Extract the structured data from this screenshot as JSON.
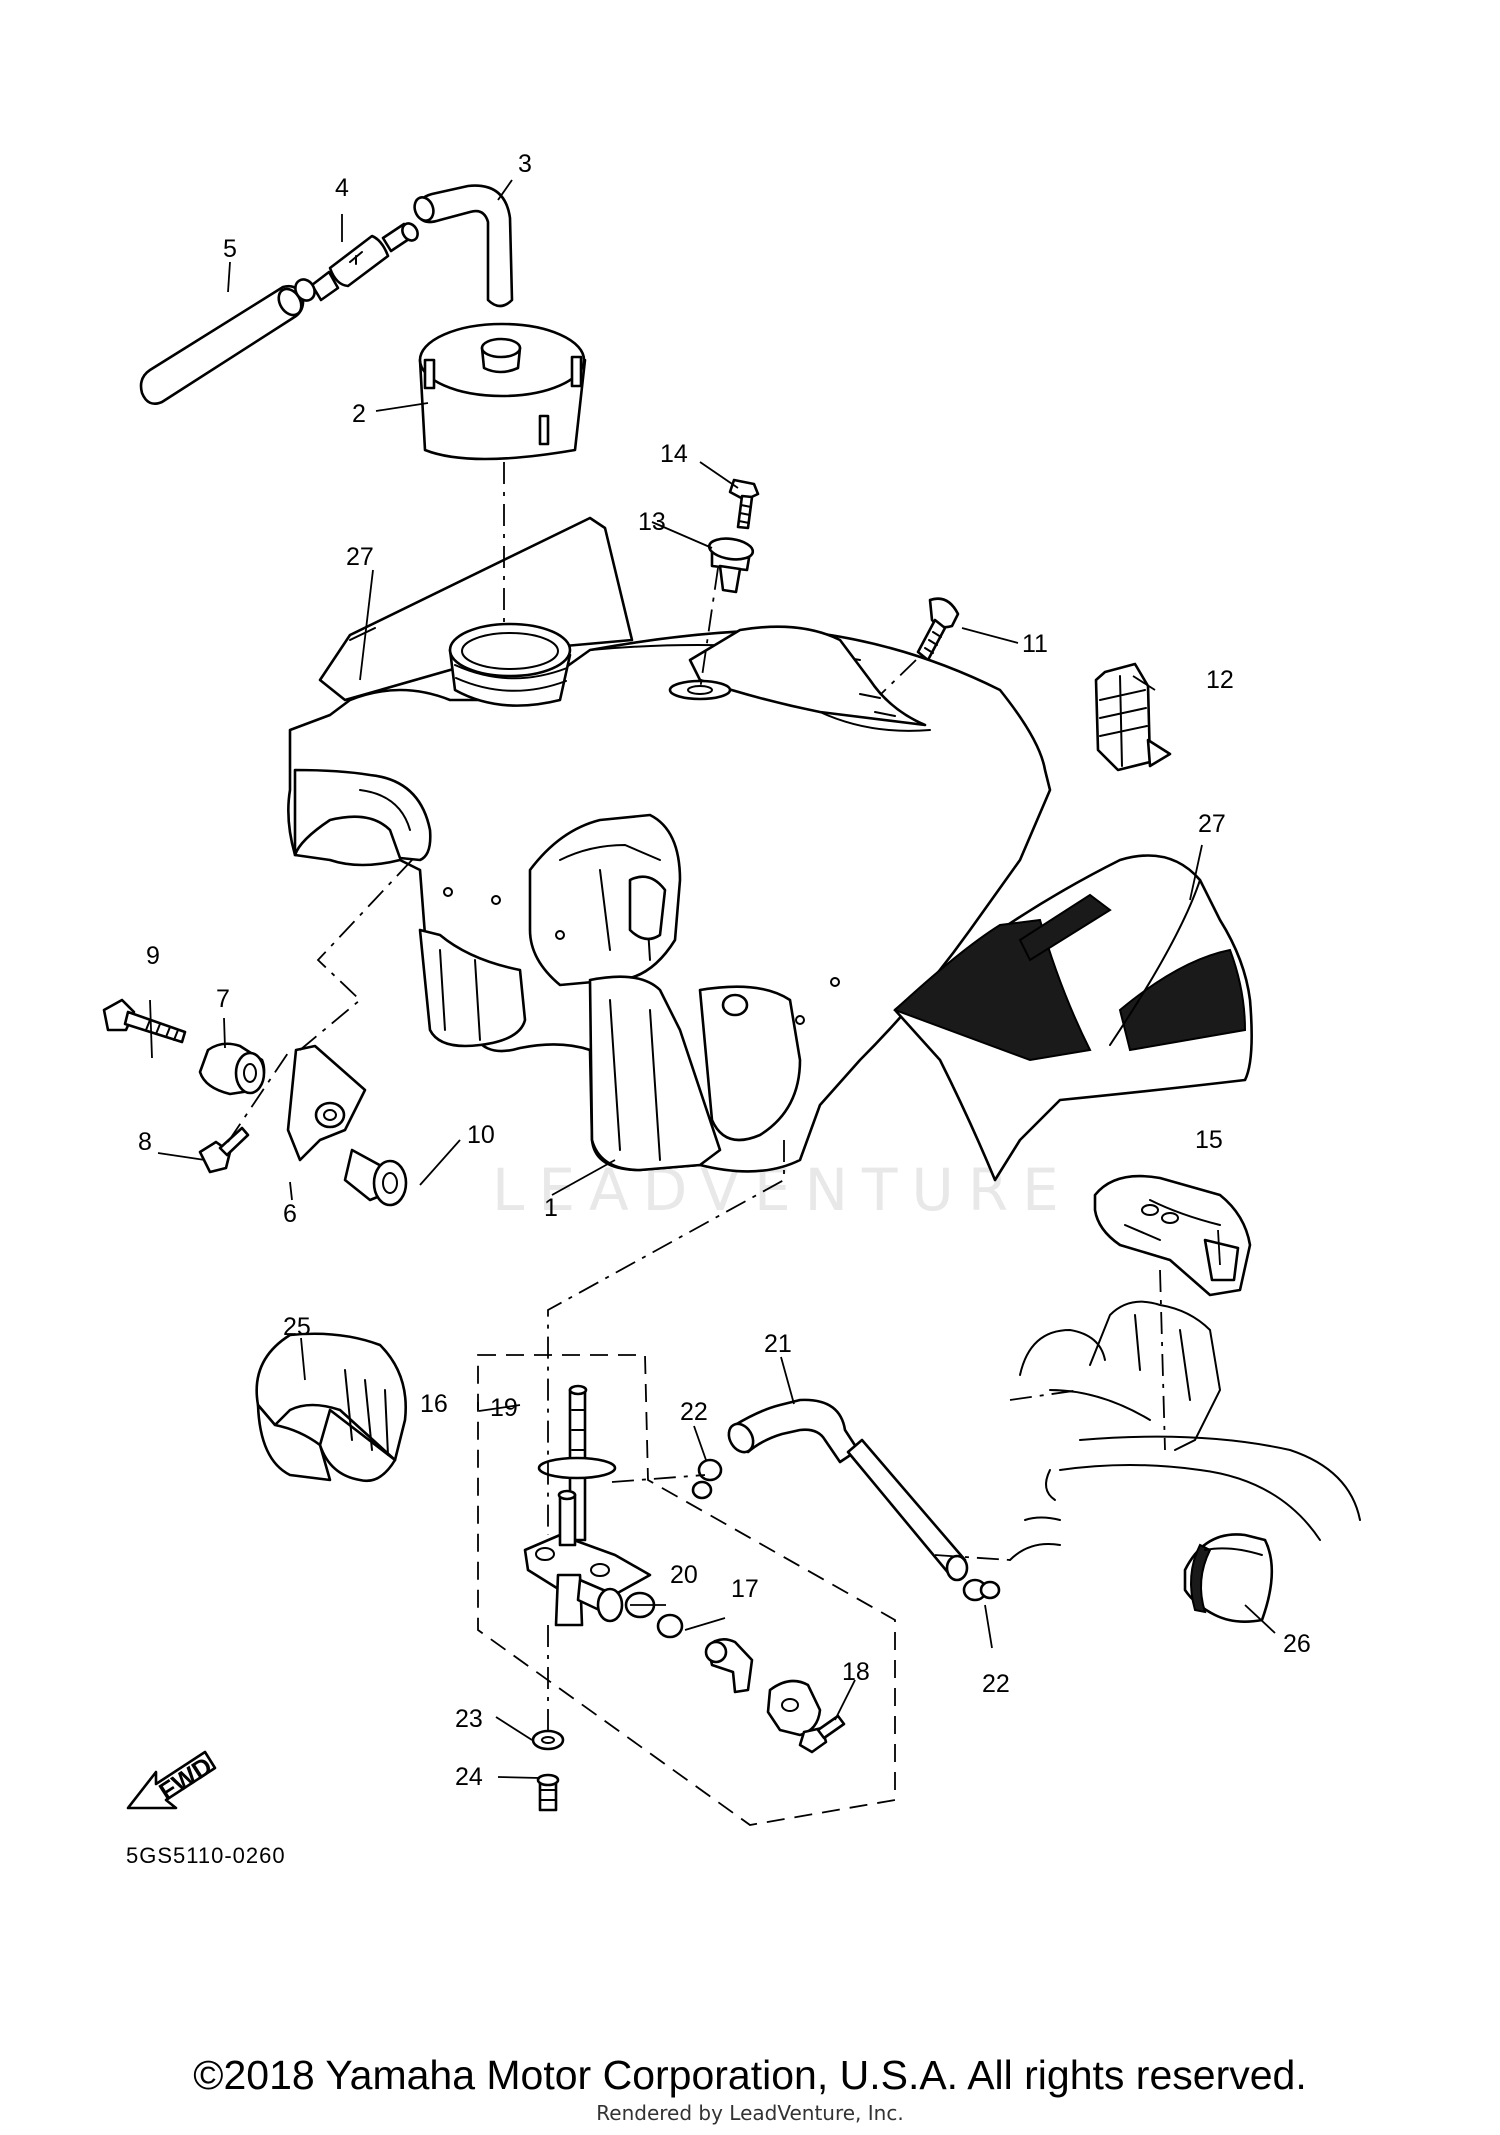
{
  "watermark": "LEADVENTURE",
  "diagram_code": "5GS5110-0260",
  "fwd_label": "FWD",
  "callouts": [
    "1",
    "2",
    "3",
    "4",
    "5",
    "6",
    "7",
    "8",
    "9",
    "10",
    "11",
    "12",
    "13",
    "14",
    "15",
    "16",
    "17",
    "18",
    "19",
    "20",
    "21",
    "22",
    "22",
    "23",
    "24",
    "25",
    "26",
    "27",
    "27"
  ],
  "copyright": "©2018 Yamaha Motor Corporation, U.S.A. All rights reserved.",
  "rendered_by": "Rendered by LeadVenture, Inc."
}
